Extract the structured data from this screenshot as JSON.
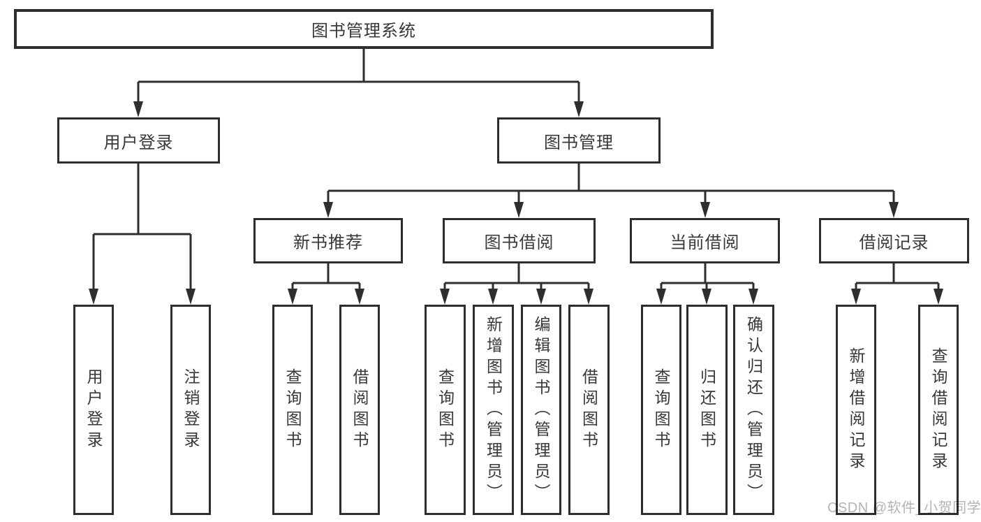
{
  "diagram": {
    "colors": {
      "line": "#2e2e2e",
      "box_border": "#2e2e2e",
      "text": "#383838",
      "watermark": "#b4b4b4",
      "background": "#ffffff"
    },
    "tree": {
      "label": "图书管理系统",
      "children": [
        {
          "label": "用户登录",
          "children": [
            {
              "label": "用户登录"
            },
            {
              "label": "注销登录"
            }
          ]
        },
        {
          "label": "图书管理",
          "children": [
            {
              "label": "新书推荐",
              "children": [
                {
                  "label": "查询图书"
                },
                {
                  "label": "借阅图书"
                }
              ]
            },
            {
              "label": "图书借阅",
              "children": [
                {
                  "label": "查询图书"
                },
                {
                  "label": "新增图书（管理员）"
                },
                {
                  "label": "编辑图书（管理员）"
                },
                {
                  "label": "借阅图书"
                }
              ]
            },
            {
              "label": "当前借阅",
              "children": [
                {
                  "label": "查询图书"
                },
                {
                  "label": "归还图书"
                },
                {
                  "label": "确认归还（管理员）"
                }
              ]
            },
            {
              "label": "借阅记录",
              "children": [
                {
                  "label": "新增借阅记录"
                },
                {
                  "label": "查询借阅记录"
                }
              ]
            }
          ]
        }
      ]
    },
    "watermark": {
      "text": "CSDN @软件_小贺同学"
    }
  }
}
